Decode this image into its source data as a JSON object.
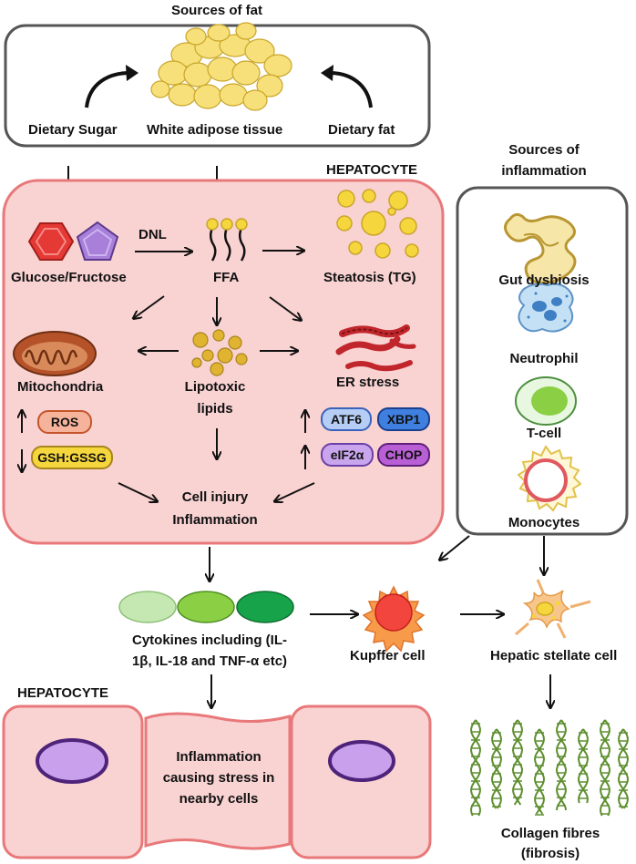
{
  "sources_fat": {
    "title": "Sources of fat",
    "dietary_sugar": "Dietary Sugar",
    "white_adipose": "White adipose tissue",
    "dietary_fat": "Dietary fat"
  },
  "hepatocyte": {
    "title": "HEPATOCYTE",
    "dnl": "DNL",
    "glucose": "Glucose/Fructose",
    "ffa": "FFA",
    "steatosis": "Steatosis (TG)",
    "mitochondria": "Mitochondria",
    "lipotoxic_1": "Lipotoxic",
    "lipotoxic_2": "lipids",
    "er_stress": "ER stress",
    "ros": "ROS",
    "gsh": "GSH:GSSG",
    "atf6": "ATF6",
    "xbp1": "XBP1",
    "eif2a": "eIF2α",
    "chop": "CHOP",
    "injury_1": "Cell injury",
    "injury_2": "Inflammation"
  },
  "sources_inflammation": {
    "title_1": "Sources of",
    "title_2": "inflammation",
    "gut": "Gut dysbiosis",
    "neutrophil": "Neutrophil",
    "tcell": "T-cell",
    "monocytes": "Monocytes"
  },
  "lower": {
    "cytokines_1": "Cytokines including (IL-",
    "cytokines_2": "1β,  IL-18 and TNF-α etc)",
    "kupffer": "Kupffer cell",
    "stellate": "Hepatic stellate cell",
    "hepatocyte_title": "HEPATOCYTE",
    "stress_1": "Inflammation",
    "stress_2": "causing stress in",
    "stress_3": "nearby cells",
    "collagen_1": "Collagen fibres",
    "collagen_2": "(fibrosis)"
  },
  "colors": {
    "hepatocyte_fill": "#f9d2d2",
    "hepatocyte_border": "#e8787a",
    "fat": "#f5d63d",
    "fat_border": "#c9a52a",
    "glucose": "#e53935",
    "fructose": "#a87fd9",
    "mitochondria": "#b5522a",
    "er": "#c0262b",
    "kupffer": "#f2453d",
    "stellate": "#f8c68a",
    "collagen": "#5e8f2f"
  }
}
